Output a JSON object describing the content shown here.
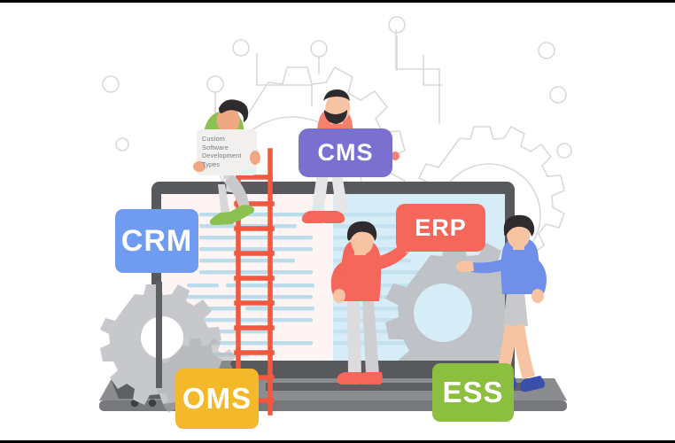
{
  "illustration": {
    "title": "Custom Software Development Types",
    "background_color": "#ffffff",
    "edge_bar_color": "#000000"
  },
  "note": {
    "name": "paper-note",
    "lines": [
      "Custom",
      "Software",
      "Development",
      "Types"
    ],
    "text_color": "#7a7a80",
    "paper_color": "#f2f0ef"
  },
  "tags": [
    {
      "id": "crm",
      "label": "CRM",
      "color": "#6f9bf0"
    },
    {
      "id": "cms",
      "label": "CMS",
      "color": "#7b6fcf"
    },
    {
      "id": "erp",
      "label": "ERP",
      "color": "#f5675a"
    },
    {
      "id": "oms",
      "label": "OMS",
      "color": "#f3b92b"
    },
    {
      "id": "ess",
      "label": "ESS",
      "color": "#8cbe3f"
    }
  ],
  "laptop": {
    "name": "laptop",
    "bezel_color": "#57595c",
    "base_color": "#76787b",
    "screen_left_color": "#fdf4f3",
    "screen_right_color": "#d6edf8",
    "text_line_color": "#bcdceb",
    "gear_color": "#b9bcc0"
  },
  "ladder": {
    "name": "ladder",
    "color": "#f1583f",
    "rungs": 11
  },
  "background_decor": {
    "gear_outline_color": "#d8d8dc",
    "node_circle_color": "#d8d8dc",
    "gears": [
      "large-gear-left",
      "large-gear-right"
    ],
    "node_count": 9
  },
  "characters": [
    {
      "id": "ladder-worker",
      "name": "character-green-shirt",
      "shirt": "#8cc152",
      "hair": "#2f2a2e",
      "skin": "#f0a882",
      "pants": "#d8d8da",
      "shoes": "#8cc152",
      "holding": "paper-note"
    },
    {
      "id": "cms-holder",
      "name": "character-bearded-cms",
      "shirt": "#f5806e",
      "hair": "#2f2a2e",
      "skin": "#f6c4a3",
      "pants": "#e6e6e8",
      "shoes": "#f5675a",
      "holding": "cms-tag"
    },
    {
      "id": "erp-left",
      "name": "character-red-sweater",
      "shirt": "#f5675a",
      "hair": "#2f2a2e",
      "skin": "#f6c4a3",
      "pants": "#dcdcde",
      "shoes": "#f5675a",
      "holding": "erp-tag"
    },
    {
      "id": "erp-right",
      "name": "character-blue-shirt",
      "shirt": "#6f8fe8",
      "hair": "#2f2a2e",
      "skin": "#f6c4a3",
      "pants": "#c9c9cc",
      "shoes": "#3a4fa8",
      "holding": "erp-tag"
    }
  ]
}
